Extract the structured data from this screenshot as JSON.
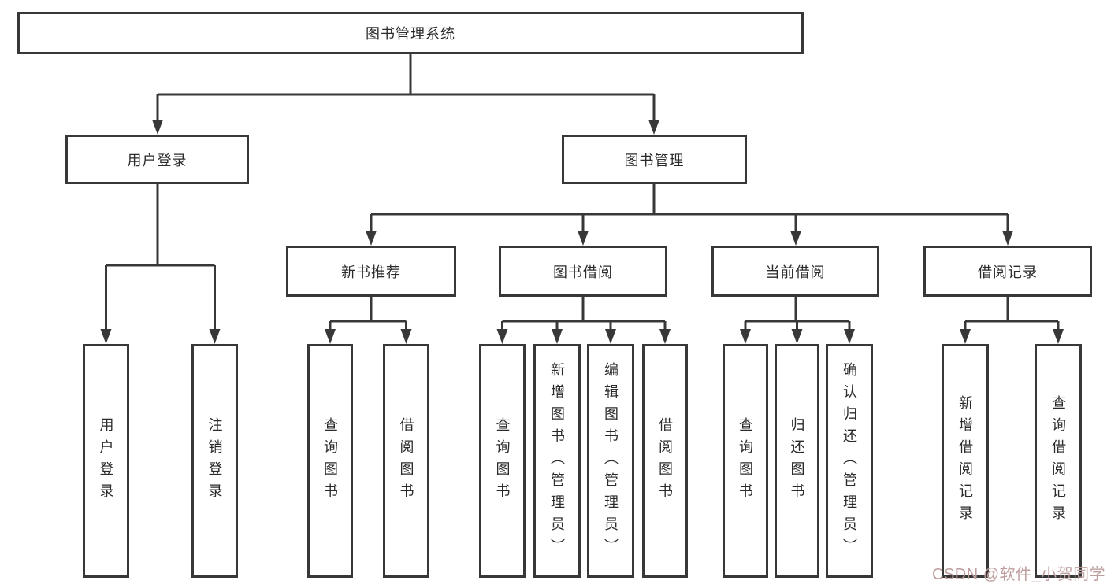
{
  "colors": {
    "line": "#383838",
    "text": "#2b2b2b",
    "background": "#ffffff",
    "watermark": "#bf9e9e"
  },
  "watermark": {
    "text": "CSDN @软件_小贺同学"
  },
  "diagram": {
    "root": "图书管理系统",
    "level2": [
      {
        "label": "用户登录",
        "leaves": [
          "用户登录",
          "注销登录"
        ]
      },
      {
        "label": "图书管理",
        "groups": [
          {
            "label": "新书推荐",
            "leaves": [
              "查询图书",
              "借阅图书"
            ]
          },
          {
            "label": "图书借阅",
            "leaves": [
              "查询图书",
              "新增图书（管理员）",
              "编辑图书（管理员）",
              "借阅图书"
            ]
          },
          {
            "label": "当前借阅",
            "leaves": [
              "查询图书",
              "归还图书",
              "确认归还（管理员）"
            ]
          },
          {
            "label": "借阅记录",
            "leaves": [
              "新增借阅记录",
              "查询借阅记录"
            ]
          }
        ]
      }
    ]
  }
}
